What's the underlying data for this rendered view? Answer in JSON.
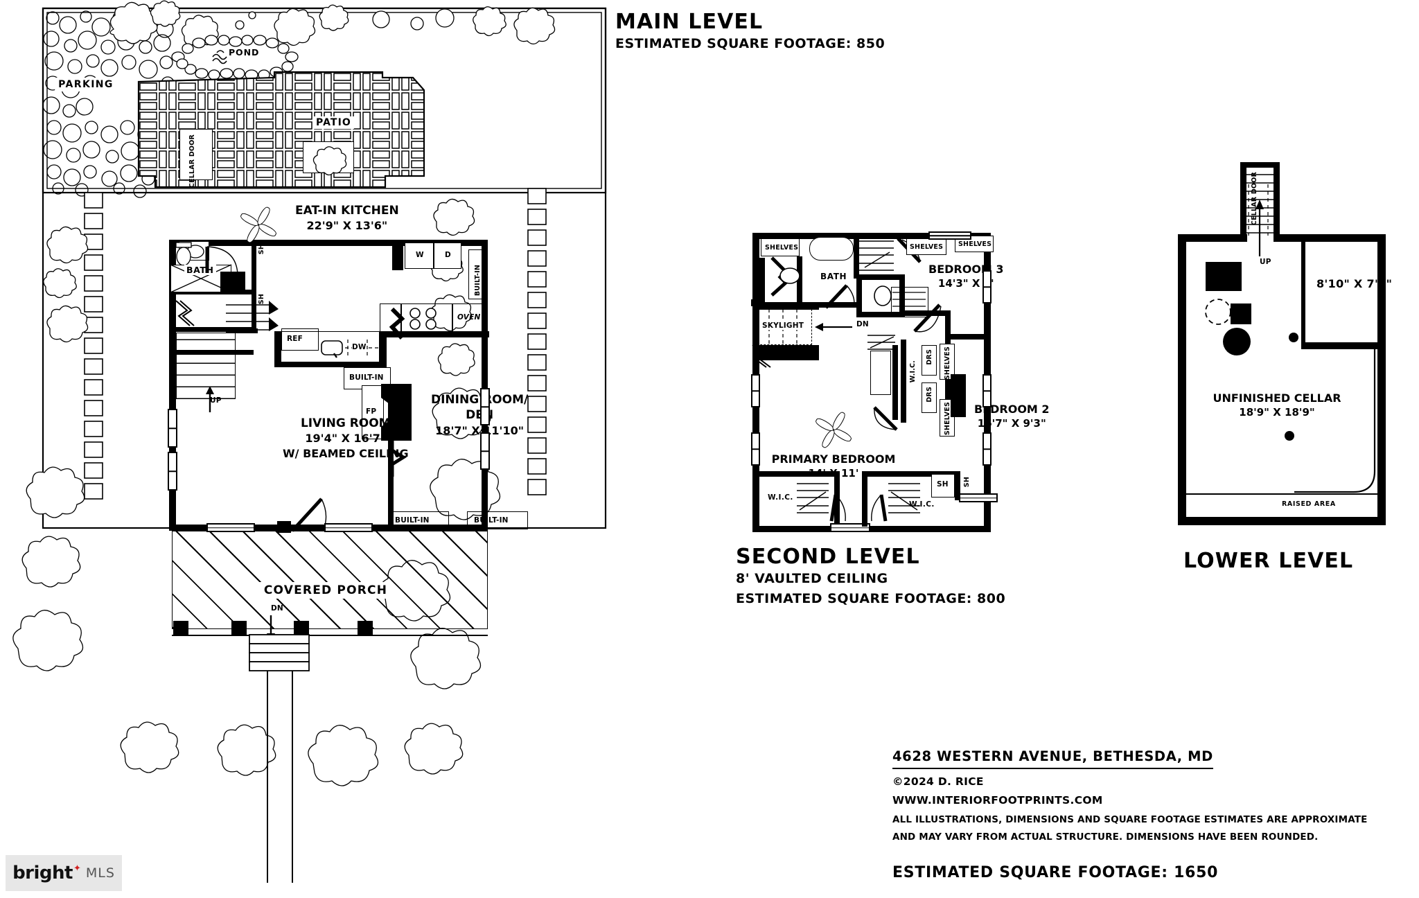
{
  "titles": {
    "main": {
      "name": "MAIN LEVEL",
      "sqft": "ESTIMATED SQUARE FOOTAGE: 850"
    },
    "second": {
      "name": "SECOND LEVEL",
      "ceiling": "8' VAULTED CEILING",
      "sqft": "ESTIMATED SQUARE FOOTAGE: 800"
    },
    "lower": {
      "name": "LOWER LEVEL"
    }
  },
  "main_level": {
    "exterior": [
      {
        "label": "PARKING"
      },
      {
        "label": "POND"
      },
      {
        "label": "PATIO"
      },
      {
        "label": "CELLAR DOOR"
      }
    ],
    "rooms": [
      {
        "name": "EAT-IN KITCHEN",
        "dim": "22'9\" X 13'6\""
      },
      {
        "name": "LIVING ROOM",
        "dim": "19'4\" X 16'7\"",
        "note": "W/ BEAMED CEILING"
      },
      {
        "name": "DINING ROOM/",
        "name2": "DEN",
        "dim": "18'7\" X 11'10\""
      },
      {
        "name": "COVERED PORCH"
      },
      {
        "name": "BATH"
      }
    ],
    "annotations": {
      "fireplace": "FP",
      "refrigerator": "REF",
      "dishwasher": "DW",
      "oven": "OVEN",
      "washer": "W",
      "dryer": "D",
      "shelf": "SH",
      "built_in": "BUILT-IN",
      "stairs_up": "UP",
      "stairs_down": "DN"
    }
  },
  "second_level": {
    "rooms": [
      {
        "name": "BEDROOM 3",
        "dim": "14'3\" X 8'"
      },
      {
        "name": "BEDROOM 2",
        "dim": "16'7\" X 9'3\""
      },
      {
        "name": "PRIMARY BEDROOM",
        "dim": "14' X 11'"
      },
      {
        "name": "BATH"
      }
    ],
    "annotations": {
      "shelves": "SHELVES",
      "skylight": "SKYLIGHT",
      "stairs_down": "DN",
      "walk_in_closet": "W.I.C.",
      "drawers": "DRS",
      "shelf": "SH"
    }
  },
  "lower_level": {
    "rooms": [
      {
        "name": "UNFINISHED CELLAR",
        "dim": "18'9\" X 18'9\""
      },
      {
        "name": "",
        "dim": "8'10\" X 7'2\""
      }
    ],
    "annotations": {
      "cellar_door": "CELLAR DOOR",
      "stairs_up": "UP",
      "raised_area": "RAISED AREA"
    }
  },
  "footer": {
    "address": "4628 WESTERN AVENUE, BETHESDA, MD",
    "copyright": "©2024 D. RICE",
    "website": "WWW.INTERIORFOOTPRINTS.COM",
    "disclaimer_1": "ALL ILLUSTRATIONS, DIMENSIONS AND SQUARE FOOTAGE ESTIMATES ARE APPROXIMATE",
    "disclaimer_2": "AND MAY VARY FROM ACTUAL STRUCTURE. DIMENSIONS HAVE BEEN ROUNDED.",
    "total_sqft": "ESTIMATED SQUARE FOOTAGE: 1650"
  },
  "watermark": {
    "brand": "bright",
    "suffix": "MLS"
  }
}
